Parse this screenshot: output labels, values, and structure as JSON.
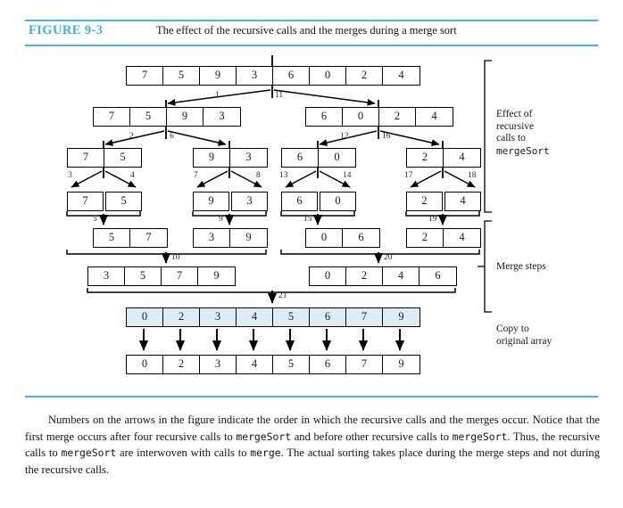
{
  "figure": {
    "label": "FIGURE 9-3",
    "caption": "The effect of the recursive calls and the merges during a merge sort",
    "rule_color": "#46b4e4",
    "label_color": "#3fb0e2",
    "highlight_color": "#dcedf7"
  },
  "side_labels": {
    "recursive": {
      "line1": "Effect of",
      "line2": "recursive",
      "line3": "calls to",
      "line4": "mergeSort"
    },
    "merge": {
      "line1": "Merge steps"
    },
    "copy": {
      "line1": "Copy to",
      "line2": "original array"
    }
  },
  "chart_data": {
    "type": "diagram",
    "title": "The effect of the recursive calls and the merges during a merge sort",
    "levels": [
      {
        "name": "level-0-original",
        "arrays": [
          {
            "values": [
              "7",
              "5",
              "9",
              "3",
              "6",
              "0",
              "2",
              "4"
            ]
          }
        ]
      },
      {
        "name": "level-1-halves",
        "arrays": [
          {
            "values": [
              "7",
              "5",
              "9",
              "3"
            ]
          },
          {
            "values": [
              "6",
              "0",
              "2",
              "4"
            ]
          }
        ]
      },
      {
        "name": "level-2-quarters",
        "arrays": [
          {
            "values": [
              "7",
              "5"
            ]
          },
          {
            "values": [
              "9",
              "3"
            ]
          },
          {
            "values": [
              "6",
              "0"
            ]
          },
          {
            "values": [
              "2",
              "4"
            ]
          }
        ]
      },
      {
        "name": "level-3-singletons",
        "arrays": [
          {
            "values": [
              "7"
            ]
          },
          {
            "values": [
              "5"
            ]
          },
          {
            "values": [
              "9"
            ]
          },
          {
            "values": [
              "3"
            ]
          },
          {
            "values": [
              "6"
            ]
          },
          {
            "values": [
              "0"
            ]
          },
          {
            "values": [
              "2"
            ]
          },
          {
            "values": [
              "4"
            ]
          }
        ]
      },
      {
        "name": "merge-level-1",
        "arrays": [
          {
            "values": [
              "5",
              "7"
            ]
          },
          {
            "values": [
              "3",
              "9"
            ]
          },
          {
            "values": [
              "0",
              "6"
            ]
          },
          {
            "values": [
              "2",
              "4"
            ]
          }
        ]
      },
      {
        "name": "merge-level-2",
        "arrays": [
          {
            "values": [
              "3",
              "5",
              "7",
              "9"
            ]
          },
          {
            "values": [
              "0",
              "2",
              "4",
              "6"
            ]
          }
        ]
      },
      {
        "name": "merge-level-3-final",
        "arrays": [
          {
            "values": [
              "0",
              "2",
              "3",
              "4",
              "5",
              "6",
              "7",
              "9"
            ],
            "highlighted": true
          }
        ]
      },
      {
        "name": "copy-to-original",
        "arrays": [
          {
            "values": [
              "0",
              "2",
              "3",
              "4",
              "5",
              "6",
              "7",
              "9"
            ]
          }
        ]
      }
    ],
    "step_numbers": {
      "split_1": "1",
      "split_11": "11",
      "split_2": "2",
      "split_6": "6",
      "split_12": "12",
      "split_16": "16",
      "split_3": "3",
      "split_4": "4",
      "split_7": "7",
      "split_8": "8",
      "split_13": "13",
      "split_14": "14",
      "split_17": "17",
      "split_18": "18",
      "merge_5": "5",
      "merge_9": "9",
      "merge_15": "15",
      "merge_19": "19",
      "merge_10": "10",
      "merge_20": "20",
      "merge_21": "21"
    },
    "notes": "Numbers on arrows indicate order of recursive calls (splits) and merges; 21 steps total."
  },
  "paragraph": {
    "s1": "Numbers on the arrows in the figure indicate the order in which the recursive calls and the merges occur. Notice that the first merge occurs after four recursive calls to ",
    "m1": "mergeSort",
    "s2": " and before other recursive calls to ",
    "m2": "mergeSort",
    "s3": ". Thus, the recursive calls to ",
    "m3": "mergeSort",
    "s4": " are interwoven with calls to ",
    "m4": "merge",
    "s5": ". The actual sorting takes place during the merge steps and not during the recursive calls."
  }
}
